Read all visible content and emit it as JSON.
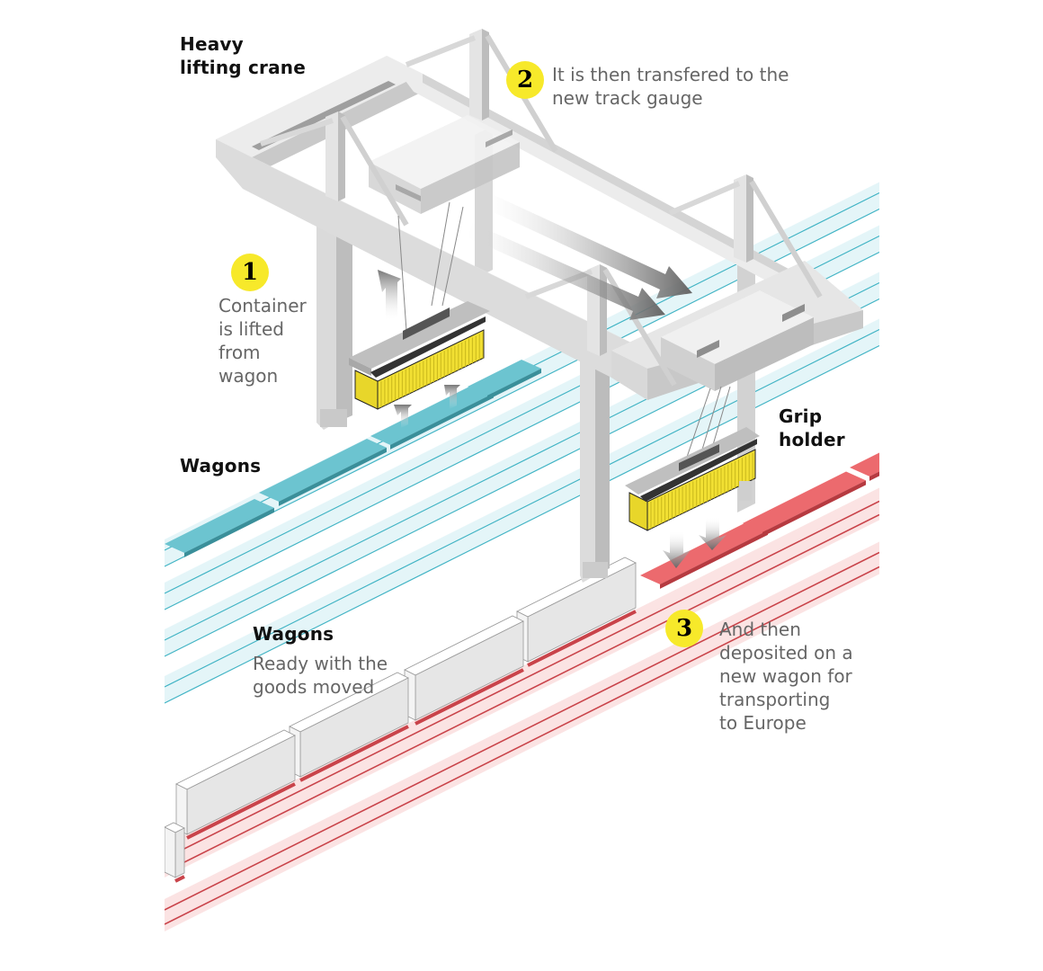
{
  "title": "Heavy lifting crane",
  "labels": {
    "crane": "Heavy\nlifting crane",
    "crane_line1": "Heavy",
    "crane_line2": "lifting crane",
    "grip_line1": "Grip",
    "grip_line2": "holder",
    "wagons_top": "Wagons",
    "wagons_bottom": "Wagons"
  },
  "steps": [
    {
      "number": "1",
      "lines": [
        "Container",
        "is lifted",
        "from",
        "wagon"
      ]
    },
    {
      "number": "2",
      "lines": [
        "It is then transfered to the",
        "new track gauge"
      ]
    },
    {
      "number": "3",
      "lines": [
        "And then",
        "deposited on a",
        "new wagon for",
        "transporting",
        "to Europe"
      ]
    }
  ],
  "wagons_bottom_desc": [
    "Ready with the",
    "goods moved"
  ],
  "colors": {
    "badge": "#f7e92a",
    "container": "#f2e033",
    "old_gauge_wagon": "#6cc4d0",
    "old_gauge_track": "#3fb3c4",
    "new_gauge_wagon": "#ec6a6e",
    "new_gauge_track": "#c9434a",
    "crane": "#e3e3e3"
  }
}
